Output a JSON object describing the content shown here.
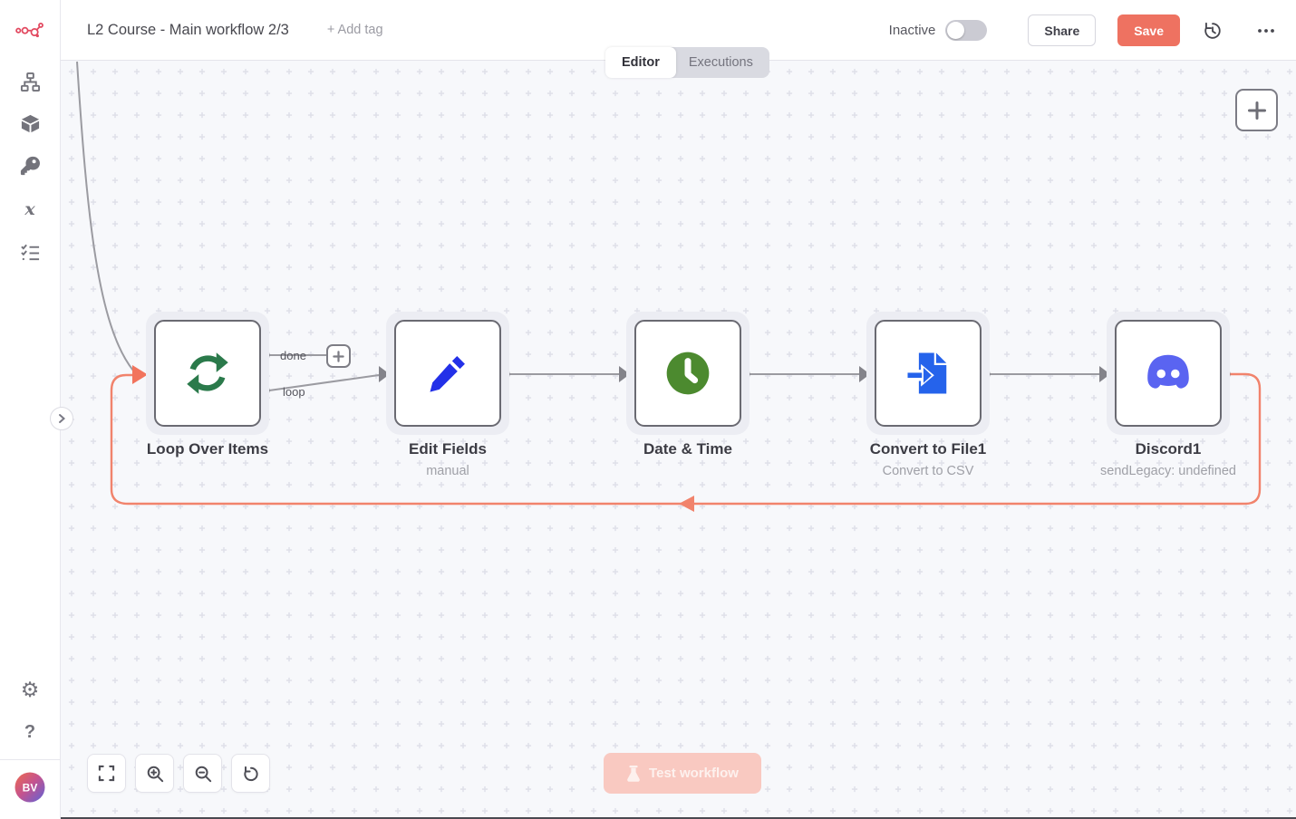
{
  "header": {
    "title": "L2 Course - Main workflow 2/3",
    "add_tag_label": "+ Add tag",
    "status_label": "Inactive",
    "share_label": "Share",
    "save_label": "Save"
  },
  "tabs": {
    "editor": "Editor",
    "executions": "Executions"
  },
  "sidebar": {
    "icons": [
      "workflows",
      "templates",
      "credentials",
      "variables",
      "executions"
    ],
    "variables_label": "x",
    "help_label": "?",
    "avatar_initials": "BV"
  },
  "canvas": {
    "nodes": [
      {
        "name": "Loop Over Items",
        "subtitle": ""
      },
      {
        "name": "Edit Fields",
        "subtitle": "manual"
      },
      {
        "name": "Date & Time",
        "subtitle": ""
      },
      {
        "name": "Convert to File1",
        "subtitle": "Convert to CSV"
      },
      {
        "name": "Discord1",
        "subtitle": "sendLegacy: undefined"
      }
    ],
    "output_labels": {
      "done": "done",
      "loop": "loop"
    },
    "test_button_label": "Test workflow"
  },
  "colors": {
    "accent": "#ee7261",
    "connection_gray": "#9b9ba1",
    "connection_orange": "#f1836c",
    "loop_icon_green": "#2b7a4b",
    "edit_icon_blue": "#2330e8",
    "datetime_green": "#4c8a2f",
    "convert_blue": "#2563eb",
    "discord_blurple": "#5a64f1"
  }
}
